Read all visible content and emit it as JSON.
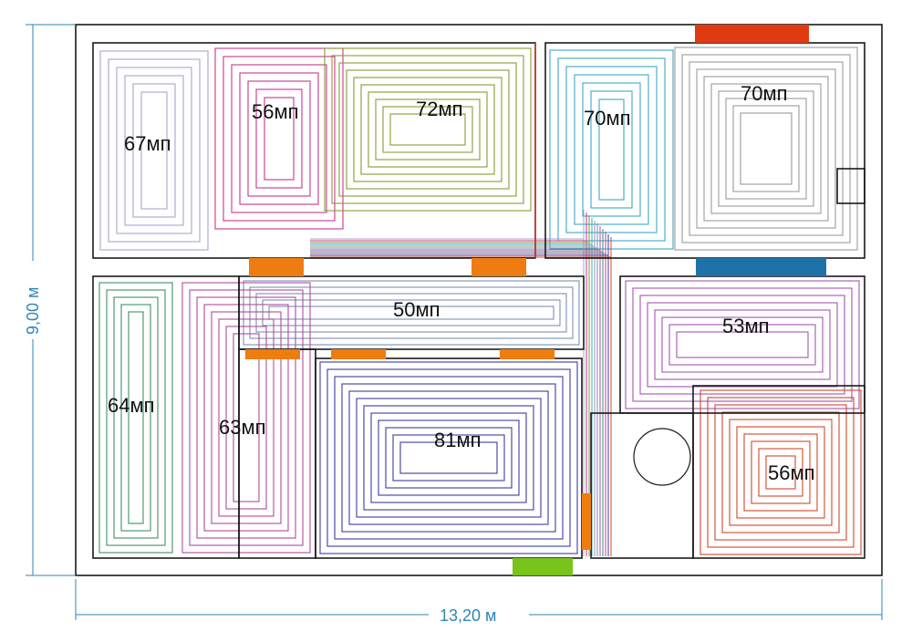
{
  "dimensions": {
    "width_label": "13,20 м",
    "height_label": "9,00 м"
  },
  "loops": [
    {
      "label": "67мп",
      "color": "#a7a7cf"
    },
    {
      "label": "56мп",
      "color": "#c8368e"
    },
    {
      "label": "72мп",
      "color": "#8a9a32"
    },
    {
      "label": "70мп",
      "color": "#3aa9c8"
    },
    {
      "label": "70мп",
      "color": "#9a9a9a"
    },
    {
      "label": "50мп",
      "color": "#7f8fb0"
    },
    {
      "label": "53мп",
      "color": "#a256b0"
    },
    {
      "label": "64мп",
      "color": "#3f8f68"
    },
    {
      "label": "63мп",
      "color": "#b04a9e"
    },
    {
      "label": "81мп",
      "color": "#3d3d9e"
    },
    {
      "label": "56мп",
      "color": "#d0482c"
    }
  ],
  "colors": {
    "wall": "#1a1a1a",
    "door": "#ee7c10",
    "window_red": "#e03a12",
    "window_blue": "#1f72a8",
    "entrance": "#78c41a",
    "dimension": "#2e86b5"
  }
}
